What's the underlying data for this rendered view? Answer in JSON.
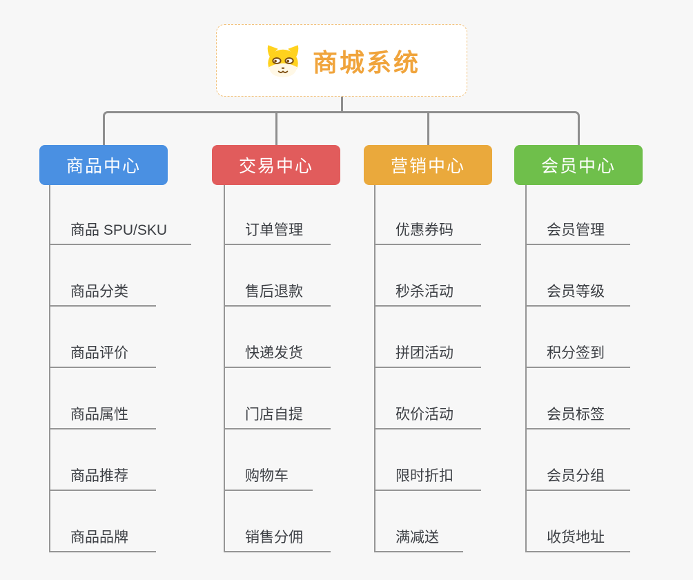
{
  "root": {
    "title": "商城系统",
    "icon": "dog-face-icon",
    "title_color": "#f0a43c",
    "border_color": "#f2c27d"
  },
  "connector_color": "#8e8e8e",
  "branches": [
    {
      "label": "商品中心",
      "color": "#4a90e2",
      "items": [
        "商品 SPU/SKU",
        "商品分类",
        "商品评价",
        "商品属性",
        "商品推荐",
        "商品品牌"
      ]
    },
    {
      "label": "交易中心",
      "color": "#e15c5c",
      "items": [
        "订单管理",
        "售后退款",
        "快递发货",
        "门店自提",
        "购物车",
        "销售分佣"
      ]
    },
    {
      "label": "营销中心",
      "color": "#eaa93c",
      "items": [
        "优惠券码",
        "秒杀活动",
        "拼团活动",
        "砍价活动",
        "限时折扣",
        "满减送"
      ]
    },
    {
      "label": "会员中心",
      "color": "#6fbf4b",
      "items": [
        "会员管理",
        "会员等级",
        "积分签到",
        "会员标签",
        "会员分组",
        "收货地址"
      ]
    }
  ]
}
